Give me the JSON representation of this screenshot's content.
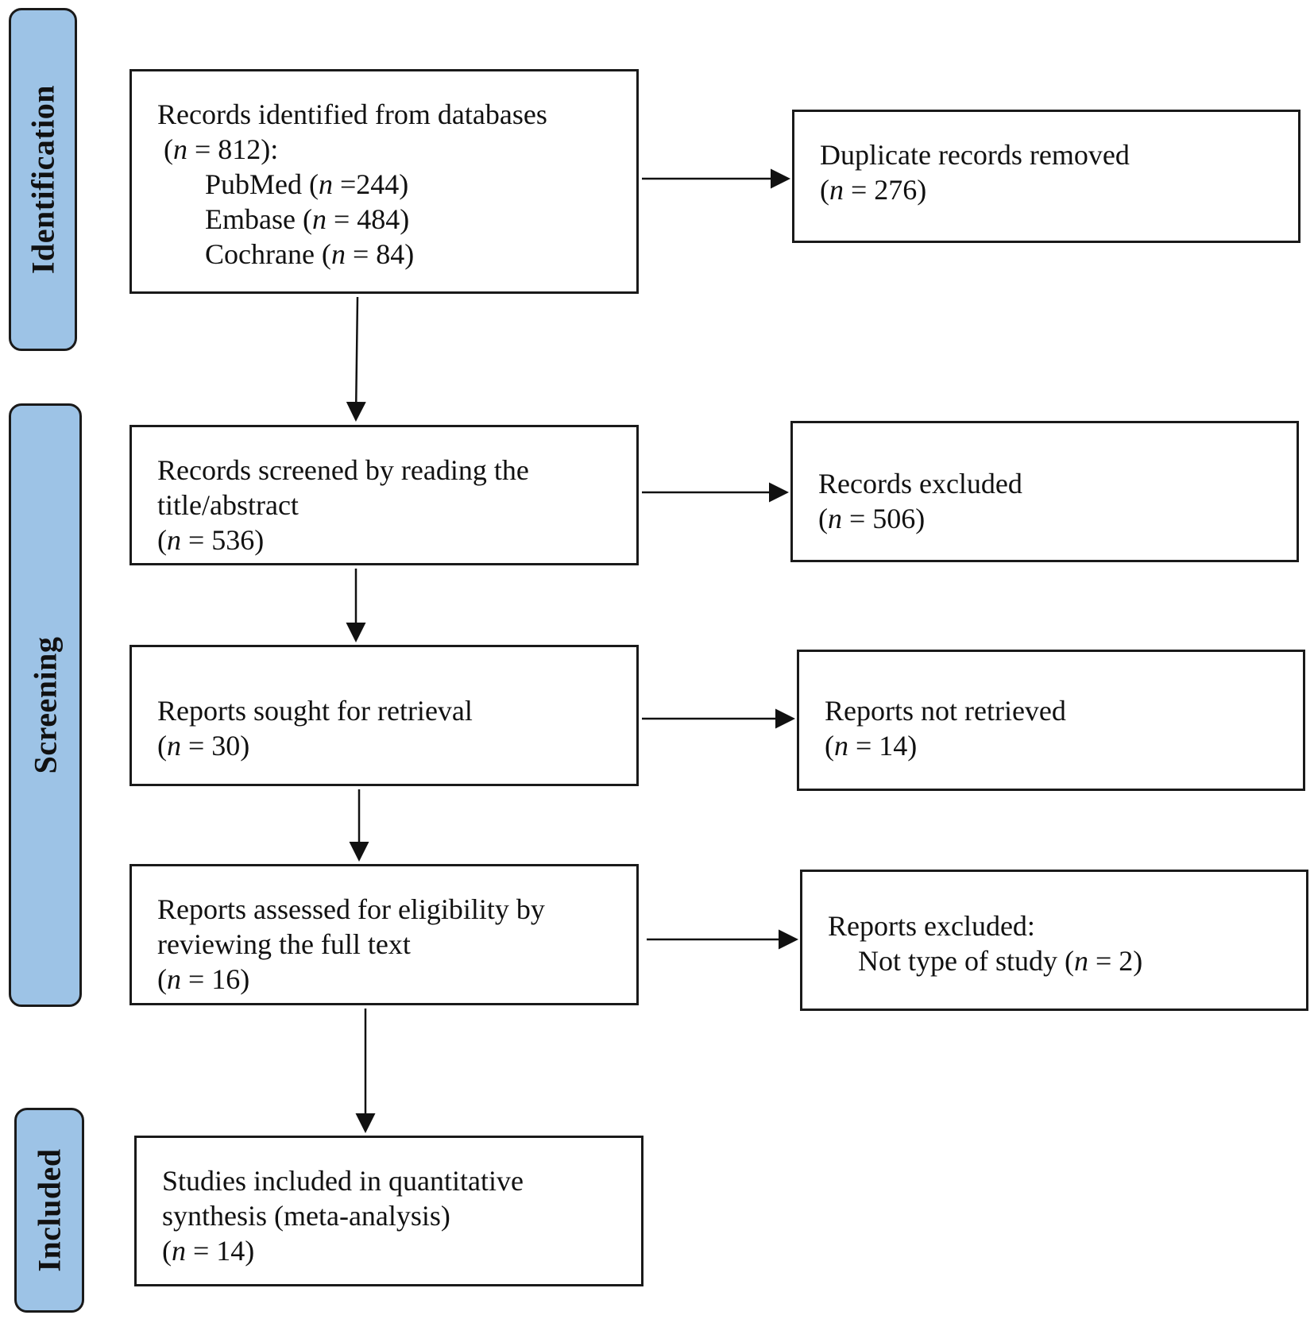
{
  "phases": {
    "identification": "Identification",
    "screening": "Screening",
    "included": "Included"
  },
  "n_symbol": "n",
  "boxes": {
    "identified": {
      "title": "Records identified from databases",
      "total_open": "(",
      "total_rest": " = 812):",
      "sources": [
        {
          "name": "PubMed (",
          "rest": " =244)"
        },
        {
          "name": "Embase (",
          "rest": " = 484)"
        },
        {
          "name": "Cochrane (",
          "rest": " = 84)"
        }
      ]
    },
    "duplicates": {
      "title": "Duplicate records removed",
      "open": "(",
      "rest": " = 276)"
    },
    "screened": {
      "line1": "Records screened by reading the",
      "line2": "title/abstract",
      "open": "(",
      "rest": " = 536)"
    },
    "excluded_records": {
      "title": "Records excluded",
      "open": "(",
      "rest": " = 506)"
    },
    "sought": {
      "title": "Reports sought for retrieval",
      "open": "(",
      "rest": " = 30)"
    },
    "not_retrieved": {
      "title": "Reports not retrieved",
      "open": "(",
      "rest": " = 14)"
    },
    "assessed": {
      "line1": "Reports assessed for eligibility by",
      "line2": "reviewing the full text",
      "open": "(",
      "rest": " = 16)"
    },
    "excluded_reports": {
      "title": "Reports excluded:",
      "reason": "Not type of study (",
      "rest": " = 2)"
    },
    "included": {
      "line1": "Studies included in quantitative",
      "line2": "synthesis (meta-analysis)",
      "open": "(",
      "rest": " = 14)"
    }
  }
}
